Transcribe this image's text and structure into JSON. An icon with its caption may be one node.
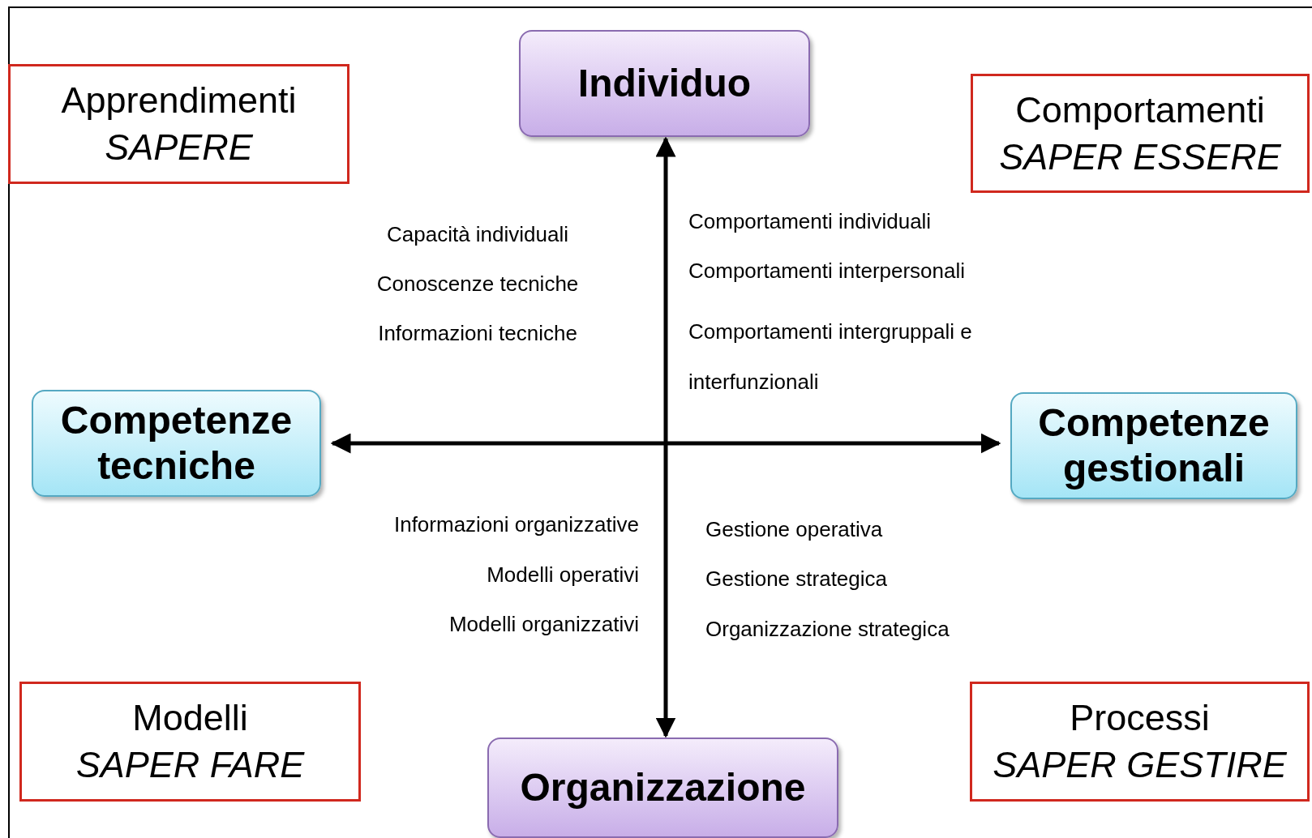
{
  "diagram": {
    "nodes": [
      {
        "text": [
          "Apprendimenti",
          "SAPERE"
        ]
      },
      {
        "text": [
          "Individuo"
        ]
      },
      {
        "text": [
          "Comportamenti",
          "SAPER ESSERE"
        ]
      },
      {
        "text": [
          "Competenze tecniche"
        ]
      },
      {
        "text": [
          "Competenze gestionali"
        ]
      },
      {
        "text": [
          "Modelli",
          "SAPER FARE"
        ]
      },
      {
        "text": [
          "Organizzazione"
        ]
      },
      {
        "text": [
          "Processi",
          "SAPER GESTIRE"
        ]
      }
    ],
    "edges": [
      {
        "from": 1,
        "to": 6,
        "arrow": "both"
      },
      {
        "from": 3,
        "to": 4,
        "arrow": "both"
      }
    ],
    "labels": [
      "Capacità individuali",
      "Conoscenze tecniche",
      "Informazioni tecniche",
      "Comportamenti individuali",
      "Comportamenti interpersonali",
      "Comportamenti intergruppali e interfunzionali",
      "Informazioni organizzative",
      "Modelli operativi",
      "Modelli organizzativi",
      "Gestione operativa",
      "Gestione strategica",
      "Organizzazione strategica"
    ]
  }
}
